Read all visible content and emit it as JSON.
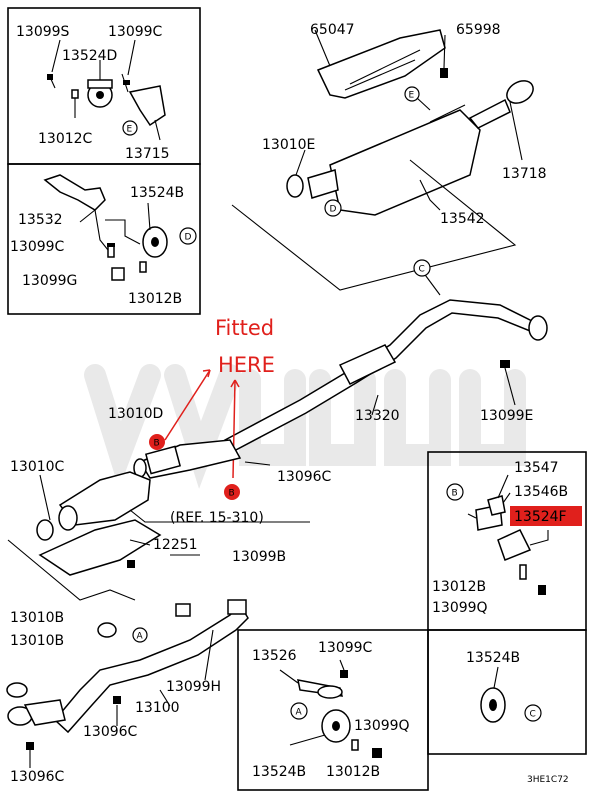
{
  "annotation": {
    "line1": "Fitted",
    "line2": "HERE",
    "color": "#e0201c"
  },
  "highlight": {
    "part": "13524F",
    "color": "#e0201c"
  },
  "labels": {
    "p13099S": "13099S",
    "p13099C_tl": "13099C",
    "p13524D": "13524D",
    "p13012C": "13012C",
    "p13715": "13715",
    "p13532": "13532",
    "p13524B_ml": "13524B",
    "p13099C_ml": "13099C",
    "p13099G": "13099G",
    "p13012B_ml": "13012B",
    "p65047": "65047",
    "p65998": "65998",
    "p13010E": "13010E",
    "p13718": "13718",
    "p13542": "13542",
    "p13010D": "13010D",
    "p13320": "13320",
    "p13099E": "13099E",
    "p13096C_mid": "13096C",
    "p13010C": "13010C",
    "ref": "(REF. 15-310)",
    "p12251": "12251",
    "p13099B": "13099B",
    "p13547": "13547",
    "p13546B": "13546B",
    "p13524F": "13524F",
    "p13012B_r": "13012B",
    "p13099Q_r": "13099Q",
    "p13010B_a": "13010B",
    "p13010B_b": "13010B",
    "p13099H": "13099H",
    "p13100": "13100",
    "p13096C_bl": "13096C",
    "p13096C_b": "13096C",
    "p13526": "13526",
    "p13099C_bm": "13099C",
    "p13099Q_bm": "13099Q",
    "p13524B_bm": "13524B",
    "p13012B_bm": "13012B",
    "p13524B_br": "13524B",
    "code": "3HE1C72"
  },
  "callouts": {
    "A": "A",
    "B": "B",
    "C": "C",
    "D": "D",
    "E": "E"
  }
}
